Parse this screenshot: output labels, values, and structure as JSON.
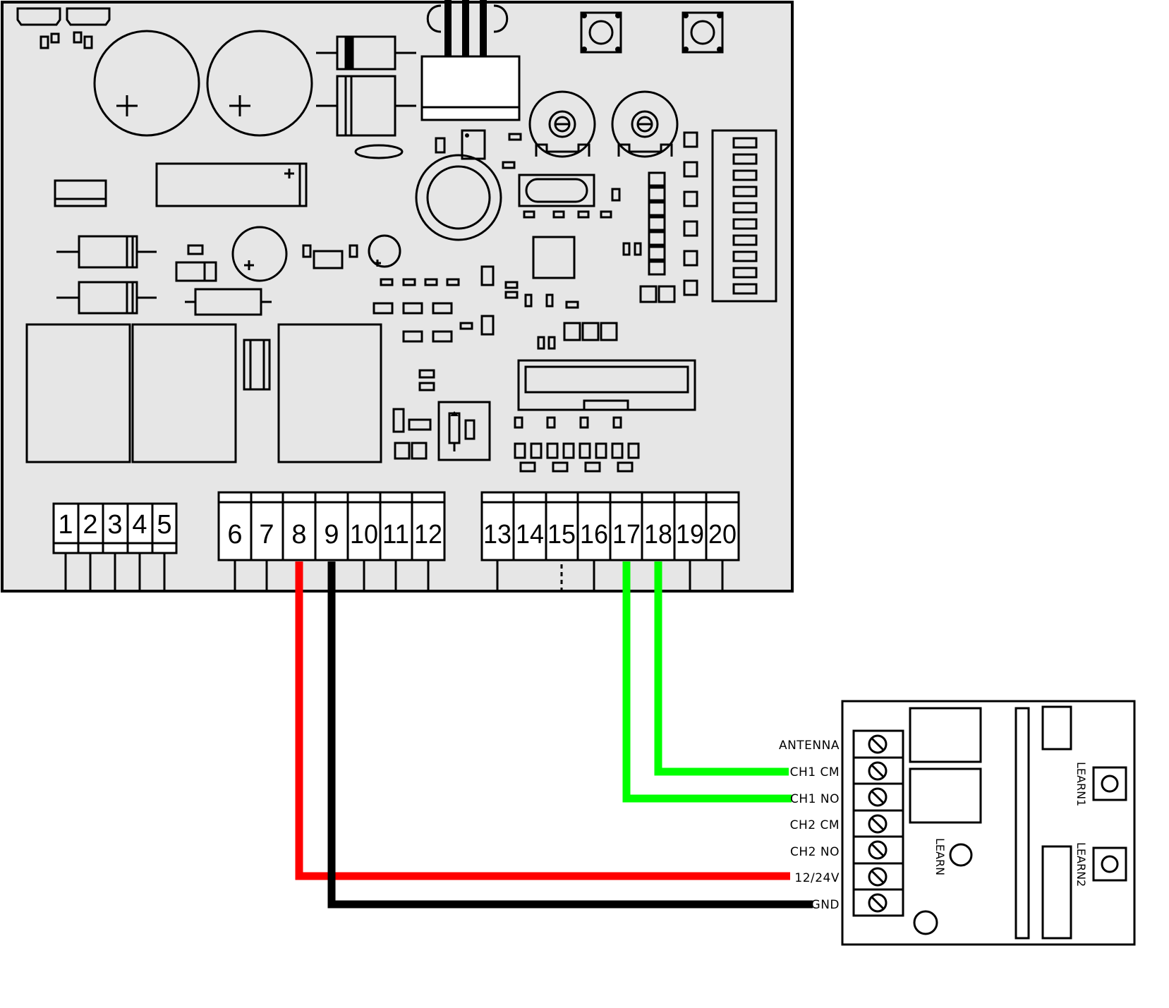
{
  "colors": {
    "board_fill": "#e6e6e6",
    "wire_power": "#ff0000",
    "wire_ground": "#000000",
    "wire_channel": "#00ff00"
  },
  "main_board": {
    "terminals_a": [
      "1",
      "2",
      "3",
      "4",
      "5"
    ],
    "terminals_b": [
      "6",
      "7",
      "8",
      "9",
      "10",
      "11",
      "12"
    ],
    "terminals_c": [
      "13",
      "14",
      "15",
      "16",
      "17",
      "18",
      "19",
      "20"
    ]
  },
  "receiver": {
    "pins": [
      "ANTENNA",
      "CH1 CM",
      "CH1 NO",
      "CH2 CM",
      "CH2 NO",
      "12/24V",
      "GND"
    ],
    "learn_label": "LEARN",
    "learn1_label": "LEARN1",
    "learn2_label": "LEARN2"
  },
  "wires": [
    {
      "from": "8",
      "to": "12/24V",
      "color": "#ff0000"
    },
    {
      "from": "9",
      "to": "GND",
      "color": "#000000"
    },
    {
      "from": "17",
      "to": "CH1 NO",
      "color": "#00ff00"
    },
    {
      "from": "18",
      "to": "CH1 CM",
      "color": "#00ff00"
    }
  ]
}
